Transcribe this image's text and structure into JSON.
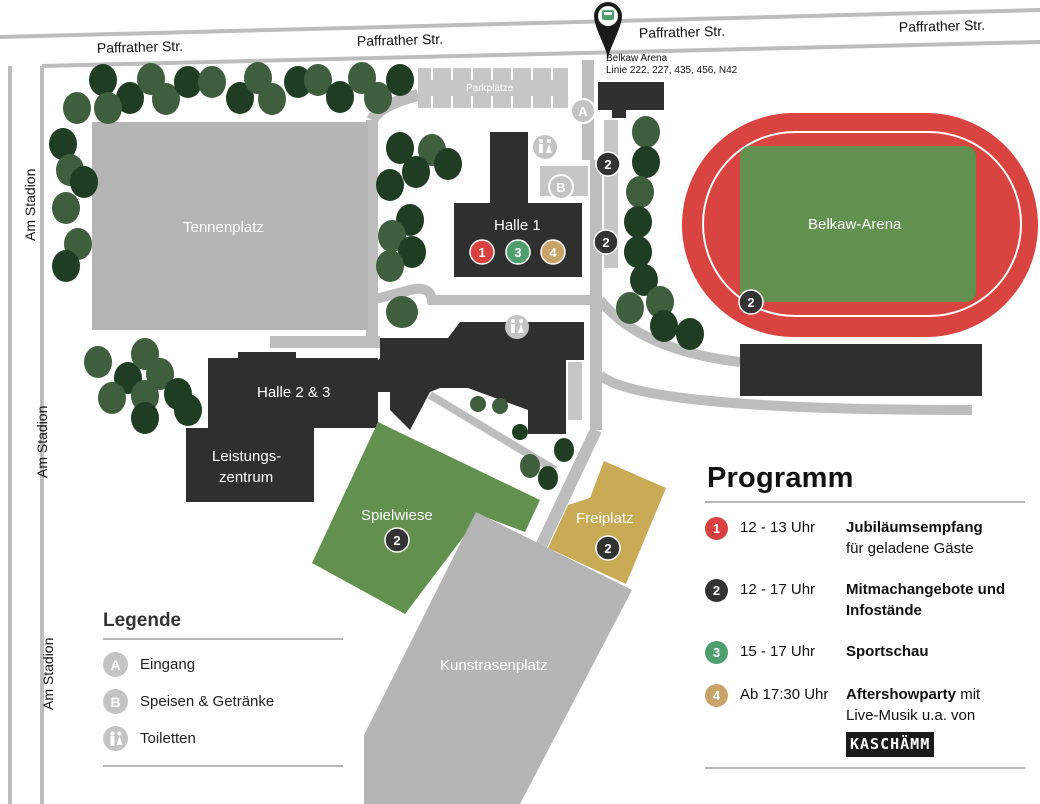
{
  "streets": {
    "north_1": "Paffrather Str.",
    "north_2": "Paffrather Str.",
    "north_3": "Paffrather Str.",
    "north_4": "Paffrather Str.",
    "west_1": "Am Stadion",
    "west_2": "Am Stadion",
    "west_3": "Am Stadion"
  },
  "bus_stop": {
    "name": "Belkaw Arena",
    "lines": "Linie 222, 227, 435, 456, N42",
    "icon": "bus-stop-pin-icon"
  },
  "areas": {
    "parking": "Parkplätze",
    "tennenplatz": "Tennenplatz",
    "halle1": "Halle 1",
    "halle23": "Halle 2 & 3",
    "leistung_1": "Leistungs-",
    "leistung_2": "zentrum",
    "spielwiese": "Spielwiese",
    "freiplatz": "Freiplatz",
    "kunstrasen": "Kunstrasenplatz",
    "arena": "Belkaw-Arena"
  },
  "markers": {
    "entrance": "A",
    "food": "B",
    "one": "1",
    "two": "2",
    "three": "3",
    "four": "4"
  },
  "program": {
    "title": "Programm",
    "items": [
      {
        "num": "1",
        "color": "#d94040",
        "time": "12 - 13 Uhr",
        "bold": "Jubiläumsempfang",
        "rest": "für geladene Gäste"
      },
      {
        "num": "2",
        "color": "#333333",
        "time": "12 - 17 Uhr",
        "bold": "Mitmachangebote und Infostände",
        "rest": ""
      },
      {
        "num": "3",
        "color": "#4e9e6e",
        "time": "15 - 17 Uhr",
        "bold": "Sportschau",
        "rest": ""
      },
      {
        "num": "4",
        "color": "#c8a468",
        "time": "Ab 17:30 Uhr",
        "bold": "Aftershowparty",
        "rest_inline": " mit",
        "rest": "Live-Musik u.a. von",
        "band": "KASCHÄMM"
      }
    ]
  },
  "legend": {
    "title": "Legende",
    "items": [
      {
        "badge": "A",
        "text": "Eingang"
      },
      {
        "badge": "B",
        "text": "Speisen & Getränke"
      },
      {
        "badge": "toilet-icon",
        "text": "Toiletten"
      }
    ]
  },
  "colors": {
    "road": "#bdbdbd",
    "building": "#2f2f2f",
    "field_gray": "#b5b5b5",
    "grass": "#62914f",
    "sand": "#c9aa55",
    "track": "#d94441",
    "tree_dark": "#1e3d22",
    "tree_mid": "#3f5e3e"
  }
}
